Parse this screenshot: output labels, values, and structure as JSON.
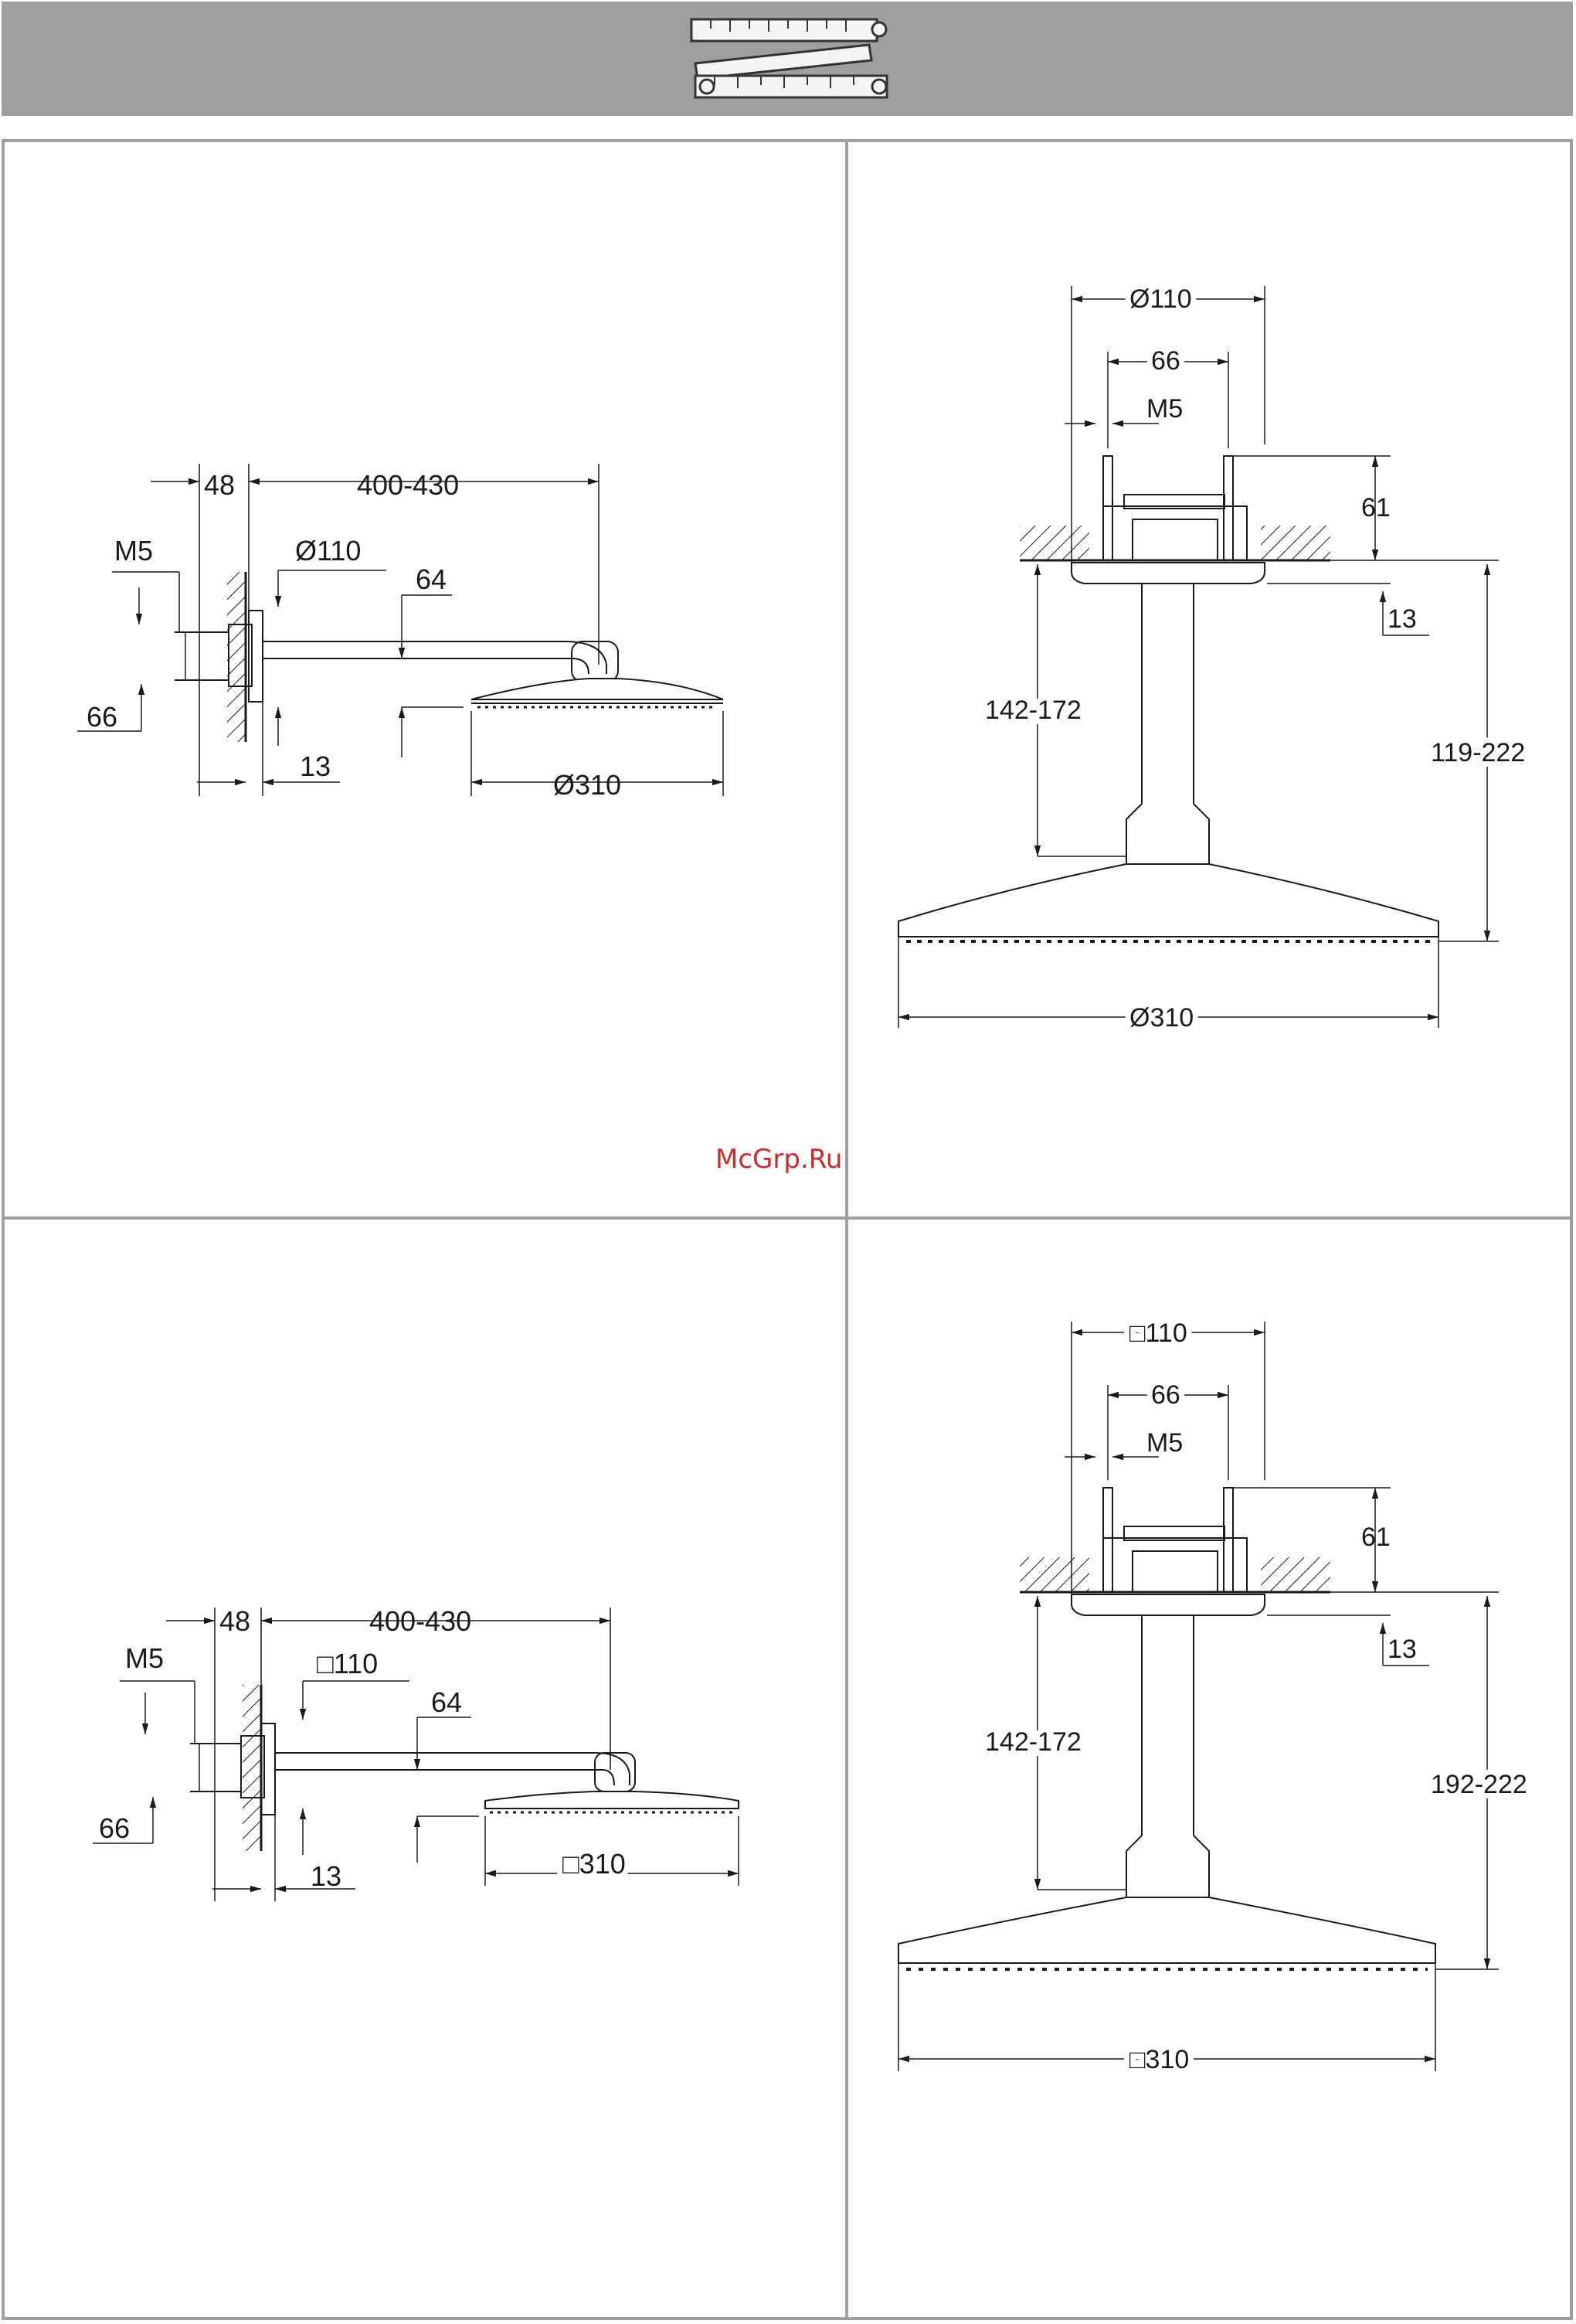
{
  "watermark": "McGrp.Ru",
  "panels": {
    "top_left": {
      "dims": {
        "wall_depth": "48",
        "arm_length": "400-430",
        "thread": "M5",
        "plate": "Ø110",
        "arm_height": "64",
        "fix_spacing": "66",
        "plate_depth": "13",
        "head": "Ø310"
      }
    },
    "top_right": {
      "dims": {
        "plate": "Ø110",
        "fix_spacing": "66",
        "thread": "M5",
        "recess": "61",
        "plate_depth": "13",
        "arm_range": "142-172",
        "total_range": "119-222",
        "head": "Ø310"
      }
    },
    "bottom_left": {
      "dims": {
        "wall_depth": "48",
        "arm_length": "400-430",
        "thread": "M5",
        "plate": "□110",
        "arm_height": "64",
        "fix_spacing": "66",
        "plate_depth": "13",
        "head": "□310"
      }
    },
    "bottom_right": {
      "dims": {
        "plate": "□110",
        "fix_spacing": "66",
        "thread": "M5",
        "recess": "61",
        "plate_depth": "13",
        "arm_range": "142-172",
        "total_range": "192-222",
        "head": "□310"
      }
    }
  },
  "colors": {
    "header_bg": "#9e9e9e",
    "frame": "#9e9e9e",
    "line": "#1a1a1a",
    "watermark": "#cc2a2a"
  }
}
